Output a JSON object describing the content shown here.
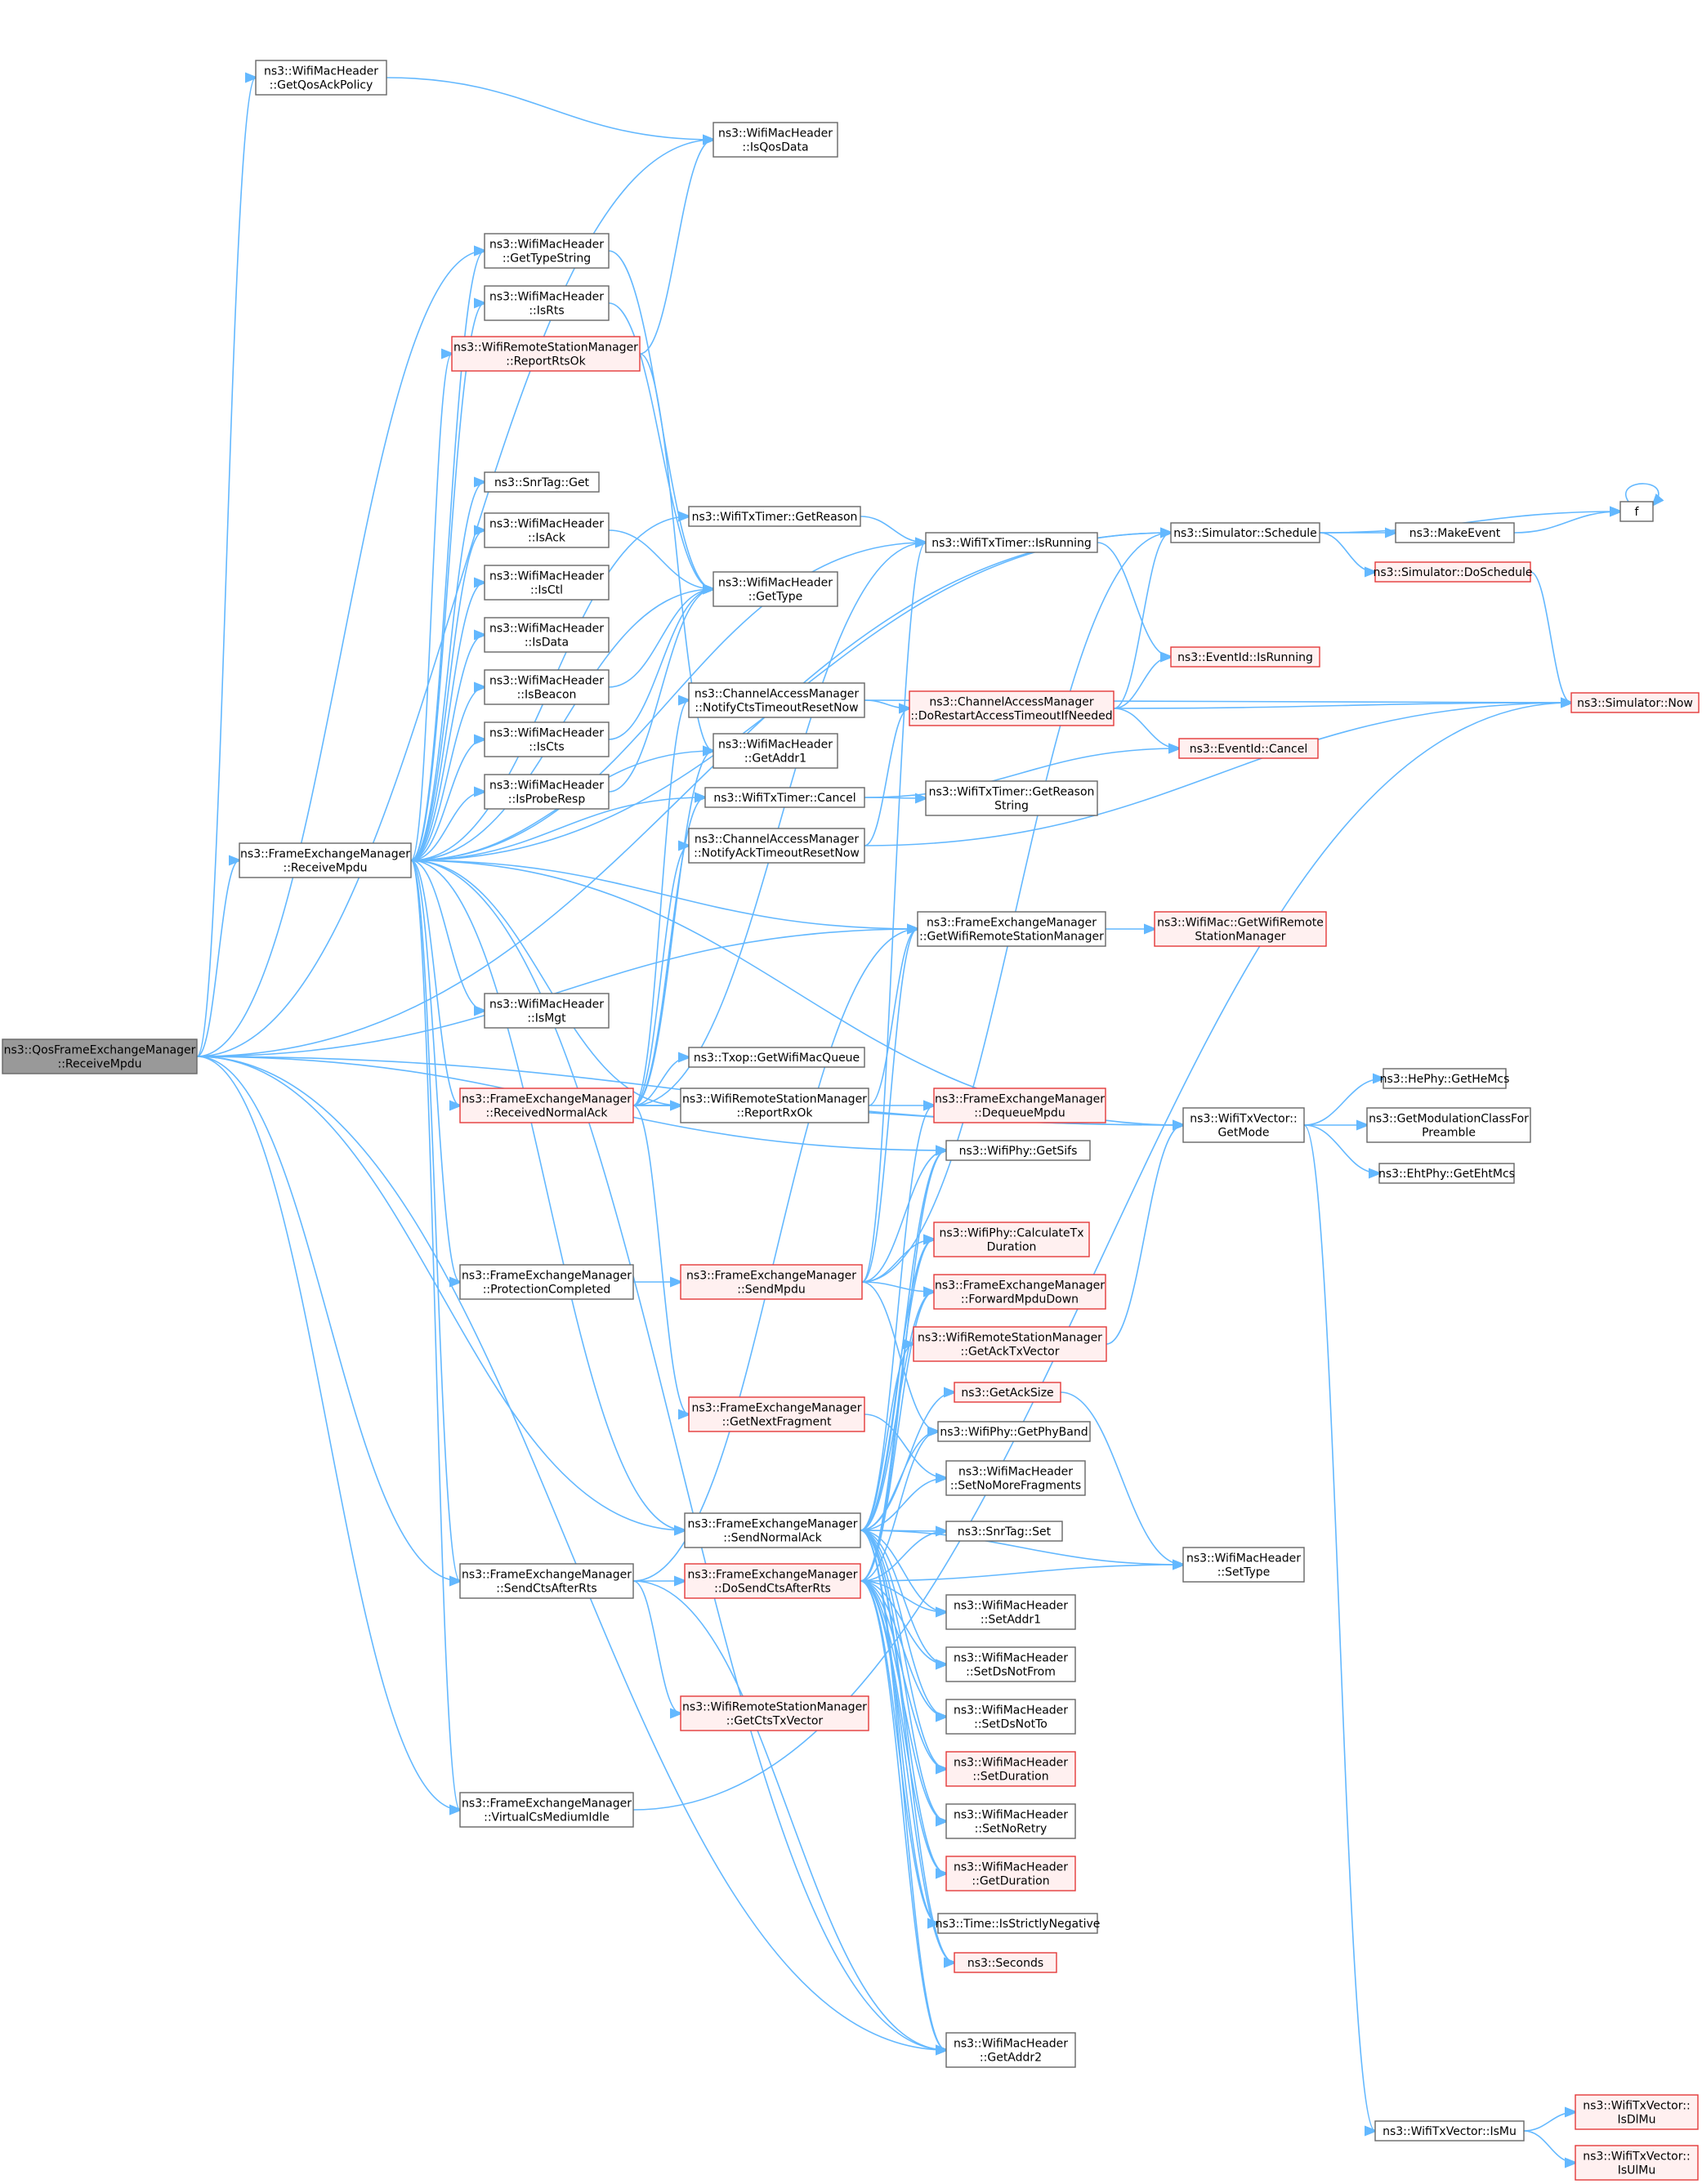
{
  "nodes": {
    "n0": {
      "lines": [
        "ns3::QosFrameExchangeManager",
        "::ReceiveMpdu"
      ],
      "style": "root"
    },
    "n1": {
      "lines": [
        "ns3::WifiMacHeader",
        "::GetQosAckPolicy"
      ],
      "style": "normal"
    },
    "n2": {
      "lines": [
        "ns3::WifiMacHeader",
        "::IsQosData"
      ],
      "style": "normal"
    },
    "n3": {
      "lines": [
        "ns3::WifiMacHeader",
        "::GetTypeString"
      ],
      "style": "normal"
    },
    "n4": {
      "lines": [
        "ns3::WifiMacHeader",
        "::IsRts"
      ],
      "style": "normal"
    },
    "n5": {
      "lines": [
        "ns3::WifiRemoteStationManager",
        "::ReportRtsOk"
      ],
      "style": "red"
    },
    "n6": {
      "lines": [
        "ns3::SnrTag::Get"
      ],
      "style": "normal"
    },
    "n7": {
      "lines": [
        "ns3::WifiTxTimer::GetReason"
      ],
      "style": "normal"
    },
    "n8": {
      "lines": [
        "ns3::WifiTxTimer::IsRunning"
      ],
      "style": "normal"
    },
    "n9": {
      "lines": [
        "ns3::Simulator::Schedule"
      ],
      "style": "normal"
    },
    "n10": {
      "lines": [
        "f"
      ],
      "style": "normal"
    },
    "n11": {
      "lines": [
        "ns3::MakeEvent"
      ],
      "style": "normal"
    },
    "n12": {
      "lines": [
        "ns3::Simulator::DoSchedule"
      ],
      "style": "red"
    },
    "n13": {
      "lines": [
        "ns3::WifiMacHeader",
        "::IsAck"
      ],
      "style": "normal"
    },
    "n14": {
      "lines": [
        "ns3::WifiMacHeader",
        "::GetType"
      ],
      "style": "normal"
    },
    "n15": {
      "lines": [
        "ns3::WifiMacHeader",
        "::IsCtl"
      ],
      "style": "normal"
    },
    "n16": {
      "lines": [
        "ns3::WifiMacHeader",
        "::IsData"
      ],
      "style": "normal"
    },
    "n17": {
      "lines": [
        "ns3::EventId::IsRunning"
      ],
      "style": "red"
    },
    "n18": {
      "lines": [
        "ns3::WifiMacHeader",
        "::IsBeacon"
      ],
      "style": "normal"
    },
    "n19": {
      "lines": [
        "ns3::ChannelAccessManager",
        "::NotifyCtsTimeoutResetNow"
      ],
      "style": "normal"
    },
    "n20": {
      "lines": [
        "ns3::ChannelAccessManager",
        "::DoRestartAccessTimeoutIfNeeded"
      ],
      "style": "red"
    },
    "n21": {
      "lines": [
        "ns3::Simulator::Now"
      ],
      "style": "red"
    },
    "n22": {
      "lines": [
        "ns3::WifiMacHeader",
        "::IsCts"
      ],
      "style": "normal"
    },
    "n23": {
      "lines": [
        "ns3::WifiMacHeader",
        "::GetAddr1"
      ],
      "style": "normal"
    },
    "n24": {
      "lines": [
        "ns3::EventId::Cancel"
      ],
      "style": "red"
    },
    "n25": {
      "lines": [
        "ns3::WifiTxTimer::Cancel"
      ],
      "style": "normal"
    },
    "n26": {
      "lines": [
        "ns3::WifiTxTimer::GetReason",
        "String"
      ],
      "style": "normal"
    },
    "n27": {
      "lines": [
        "ns3::WifiMacHeader",
        "::IsProbeResp"
      ],
      "style": "normal"
    },
    "n28": {
      "lines": [
        "ns3::FrameExchangeManager",
        "::ReceiveMpdu"
      ],
      "style": "normal"
    },
    "n29": {
      "lines": [
        "ns3::ChannelAccessManager",
        "::NotifyAckTimeoutResetNow"
      ],
      "style": "normal"
    },
    "n30": {
      "lines": [
        "ns3::FrameExchangeManager",
        "::GetWifiRemoteStationManager"
      ],
      "style": "normal"
    },
    "n31": {
      "lines": [
        "ns3::WifiMac::GetWifiRemote",
        "StationManager"
      ],
      "style": "red"
    },
    "n32": {
      "lines": [
        "ns3::WifiMacHeader",
        "::IsMgt"
      ],
      "style": "normal"
    },
    "n33": {
      "lines": [
        "ns3::Txop::GetWifiMacQueue"
      ],
      "style": "normal"
    },
    "n34": {
      "lines": [
        "ns3::HePhy::GetHeMcs"
      ],
      "style": "normal"
    },
    "n35": {
      "lines": [
        "ns3::FrameExchangeManager",
        "::ReceivedNormalAck"
      ],
      "style": "red"
    },
    "n36": {
      "lines": [
        "ns3::WifiRemoteStationManager",
        "::ReportRxOk"
      ],
      "style": "normal"
    },
    "n37": {
      "lines": [
        "ns3::FrameExchangeManager",
        "::DequeueMpdu"
      ],
      "style": "red"
    },
    "n38": {
      "lines": [
        "ns3::WifiTxVector::",
        "GetMode"
      ],
      "style": "normal"
    },
    "n39": {
      "lines": [
        "ns3::GetModulationClassFor",
        "Preamble"
      ],
      "style": "normal"
    },
    "n40": {
      "lines": [
        "ns3::WifiPhy::GetSifs"
      ],
      "style": "normal"
    },
    "n41": {
      "lines": [
        "ns3::EhtPhy::GetEhtMcs"
      ],
      "style": "normal"
    },
    "n42": {
      "lines": [
        "ns3::WifiPhy::CalculateTx",
        "Duration"
      ],
      "style": "red"
    },
    "n43": {
      "lines": [
        "ns3::FrameExchangeManager",
        "::ProtectionCompleted"
      ],
      "style": "normal"
    },
    "n44": {
      "lines": [
        "ns3::FrameExchangeManager",
        "::SendMpdu"
      ],
      "style": "red"
    },
    "n45": {
      "lines": [
        "ns3::FrameExchangeManager",
        "::ForwardMpduDown"
      ],
      "style": "red"
    },
    "n46": {
      "lines": [
        "ns3::WifiRemoteStationManager",
        "::GetAckTxVector"
      ],
      "style": "red"
    },
    "n47": {
      "lines": [
        "ns3::GetAckSize"
      ],
      "style": "red"
    },
    "n48": {
      "lines": [
        "ns3::FrameExchangeManager",
        "::GetNextFragment"
      ],
      "style": "red"
    },
    "n49": {
      "lines": [
        "ns3::WifiPhy::GetPhyBand"
      ],
      "style": "normal"
    },
    "n50": {
      "lines": [
        "ns3::WifiMacHeader",
        "::SetNoMoreFragments"
      ],
      "style": "normal"
    },
    "n51": {
      "lines": [
        "ns3::FrameExchangeManager",
        "::SendNormalAck"
      ],
      "style": "normal"
    },
    "n52": {
      "lines": [
        "ns3::SnrTag::Set"
      ],
      "style": "normal"
    },
    "n53": {
      "lines": [
        "ns3::WifiMacHeader",
        "::SetType"
      ],
      "style": "normal"
    },
    "n54": {
      "lines": [
        "ns3::FrameExchangeManager",
        "::SendCtsAfterRts"
      ],
      "style": "normal"
    },
    "n55": {
      "lines": [
        "ns3::FrameExchangeManager",
        "::DoSendCtsAfterRts"
      ],
      "style": "red"
    },
    "n56": {
      "lines": [
        "ns3::WifiMacHeader",
        "::SetAddr1"
      ],
      "style": "normal"
    },
    "n57": {
      "lines": [
        "ns3::WifiMacHeader",
        "::SetDsNotFrom"
      ],
      "style": "normal"
    },
    "n58": {
      "lines": [
        "ns3::WifiRemoteStationManager",
        "::GetCtsTxVector"
      ],
      "style": "red"
    },
    "n59": {
      "lines": [
        "ns3::WifiMacHeader",
        "::SetDsNotTo"
      ],
      "style": "normal"
    },
    "n60": {
      "lines": [
        "ns3::WifiMacHeader",
        "::SetDuration"
      ],
      "style": "red"
    },
    "n61": {
      "lines": [
        "ns3::FrameExchangeManager",
        "::VirtualCsMediumIdle"
      ],
      "style": "normal"
    },
    "n62": {
      "lines": [
        "ns3::WifiMacHeader",
        "::SetNoRetry"
      ],
      "style": "normal"
    },
    "n63": {
      "lines": [
        "ns3::WifiMacHeader",
        "::GetDuration"
      ],
      "style": "red"
    },
    "n64": {
      "lines": [
        "ns3::Time::IsStrictlyNegative"
      ],
      "style": "normal"
    },
    "n65": {
      "lines": [
        "ns3::Seconds"
      ],
      "style": "red"
    },
    "n66": {
      "lines": [
        "ns3::WifiMacHeader",
        "::GetAddr2"
      ],
      "style": "normal"
    },
    "n67": {
      "lines": [
        "ns3::WifiTxVector::IsMu"
      ],
      "style": "normal"
    },
    "n68": {
      "lines": [
        "ns3::WifiTxVector::",
        "IsDlMu"
      ],
      "style": "red"
    },
    "n69": {
      "lines": [
        "ns3::WifiTxVector::",
        "IsUlMu"
      ],
      "style": "red"
    }
  },
  "edges": [
    [
      "n0",
      "n1"
    ],
    [
      "n0",
      "n2"
    ],
    [
      "n0",
      "n3"
    ],
    [
      "n0",
      "n9"
    ],
    [
      "n0",
      "n28"
    ],
    [
      "n0",
      "n30"
    ],
    [
      "n0",
      "n38"
    ],
    [
      "n0",
      "n40"
    ],
    [
      "n0",
      "n51"
    ],
    [
      "n0",
      "n54"
    ],
    [
      "n0",
      "n61"
    ],
    [
      "n0",
      "n66"
    ],
    [
      "n1",
      "n2"
    ],
    [
      "n3",
      "n14"
    ],
    [
      "n4",
      "n14"
    ],
    [
      "n5",
      "n2"
    ],
    [
      "n5",
      "n23"
    ],
    [
      "n7",
      "n8"
    ],
    [
      "n8",
      "n17"
    ],
    [
      "n9",
      "n10"
    ],
    [
      "n9",
      "n11"
    ],
    [
      "n9",
      "n12"
    ],
    [
      "n10",
      "n10"
    ],
    [
      "n11",
      "n10"
    ],
    [
      "n12",
      "n21"
    ],
    [
      "n13",
      "n14"
    ],
    [
      "n18",
      "n14"
    ],
    [
      "n22",
      "n14"
    ],
    [
      "n27",
      "n14"
    ],
    [
      "n19",
      "n20"
    ],
    [
      "n19",
      "n21"
    ],
    [
      "n20",
      "n9"
    ],
    [
      "n20",
      "n17"
    ],
    [
      "n20",
      "n21"
    ],
    [
      "n20",
      "n24"
    ],
    [
      "n25",
      "n24"
    ],
    [
      "n25",
      "n26"
    ],
    [
      "n29",
      "n20"
    ],
    [
      "n29",
      "n21"
    ],
    [
      "n30",
      "n31"
    ],
    [
      "n28",
      "n3"
    ],
    [
      "n28",
      "n4"
    ],
    [
      "n28",
      "n5"
    ],
    [
      "n28",
      "n6"
    ],
    [
      "n28",
      "n7"
    ],
    [
      "n28",
      "n8"
    ],
    [
      "n28",
      "n9"
    ],
    [
      "n28",
      "n13"
    ],
    [
      "n28",
      "n15"
    ],
    [
      "n28",
      "n16"
    ],
    [
      "n28",
      "n18"
    ],
    [
      "n28",
      "n22"
    ],
    [
      "n28",
      "n23"
    ],
    [
      "n28",
      "n25"
    ],
    [
      "n28",
      "n27"
    ],
    [
      "n28",
      "n30"
    ],
    [
      "n28",
      "n32"
    ],
    [
      "n28",
      "n35"
    ],
    [
      "n28",
      "n36"
    ],
    [
      "n28",
      "n38"
    ],
    [
      "n28",
      "n43"
    ],
    [
      "n28",
      "n51"
    ],
    [
      "n28",
      "n54"
    ],
    [
      "n28",
      "n61"
    ],
    [
      "n28",
      "n66"
    ],
    [
      "n28",
      "n14"
    ],
    [
      "n35",
      "n8"
    ],
    [
      "n35",
      "n19"
    ],
    [
      "n35",
      "n25"
    ],
    [
      "n35",
      "n29"
    ],
    [
      "n35",
      "n33"
    ],
    [
      "n35",
      "n36"
    ],
    [
      "n35",
      "n37"
    ],
    [
      "n35",
      "n38"
    ],
    [
      "n35",
      "n48"
    ],
    [
      "n35",
      "n23"
    ],
    [
      "n36",
      "n30"
    ],
    [
      "n38",
      "n34"
    ],
    [
      "n38",
      "n39"
    ],
    [
      "n38",
      "n41"
    ],
    [
      "n38",
      "n67"
    ],
    [
      "n43",
      "n44"
    ],
    [
      "n44",
      "n8"
    ],
    [
      "n44",
      "n9"
    ],
    [
      "n44",
      "n30"
    ],
    [
      "n44",
      "n40"
    ],
    [
      "n44",
      "n42"
    ],
    [
      "n44",
      "n45"
    ],
    [
      "n44",
      "n49"
    ],
    [
      "n46",
      "n38"
    ],
    [
      "n47",
      "n53"
    ],
    [
      "n48",
      "n50"
    ],
    [
      "n51",
      "n37"
    ],
    [
      "n51",
      "n40"
    ],
    [
      "n51",
      "n42"
    ],
    [
      "n51",
      "n45"
    ],
    [
      "n51",
      "n46"
    ],
    [
      "n51",
      "n47"
    ],
    [
      "n51",
      "n49"
    ],
    [
      "n51",
      "n50"
    ],
    [
      "n51",
      "n52"
    ],
    [
      "n51",
      "n53"
    ],
    [
      "n51",
      "n56"
    ],
    [
      "n51",
      "n57"
    ],
    [
      "n51",
      "n59"
    ],
    [
      "n51",
      "n60"
    ],
    [
      "n51",
      "n62"
    ],
    [
      "n51",
      "n63"
    ],
    [
      "n51",
      "n64"
    ],
    [
      "n51",
      "n65"
    ],
    [
      "n51",
      "n66"
    ],
    [
      "n54",
      "n55"
    ],
    [
      "n54",
      "n58"
    ],
    [
      "n54",
      "n30"
    ],
    [
      "n54",
      "n66"
    ],
    [
      "n55",
      "n40"
    ],
    [
      "n55",
      "n42"
    ],
    [
      "n55",
      "n45"
    ],
    [
      "n55",
      "n49"
    ],
    [
      "n55",
      "n52"
    ],
    [
      "n55",
      "n53"
    ],
    [
      "n55",
      "n56"
    ],
    [
      "n55",
      "n57"
    ],
    [
      "n55",
      "n59"
    ],
    [
      "n55",
      "n60"
    ],
    [
      "n55",
      "n62"
    ],
    [
      "n55",
      "n63"
    ],
    [
      "n55",
      "n64"
    ],
    [
      "n55",
      "n65"
    ],
    [
      "n55",
      "n66"
    ],
    [
      "n61",
      "n21"
    ],
    [
      "n67",
      "n68"
    ],
    [
      "n67",
      "n69"
    ]
  ]
}
